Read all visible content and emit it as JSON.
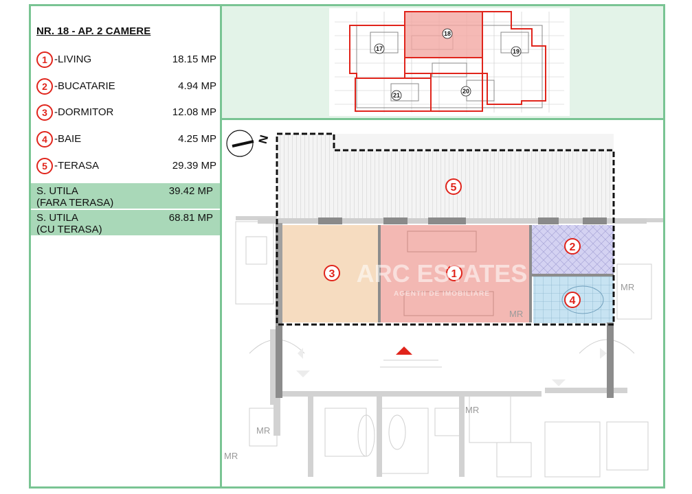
{
  "legend": {
    "title": "NR. 18 - AP. 2 CAMERE",
    "rooms": [
      {
        "num": "1",
        "name": "-LIVING",
        "area": "18.15 MP"
      },
      {
        "num": "2",
        "name": "-BUCATARIE",
        "area": "4.94 MP"
      },
      {
        "num": "3",
        "name": "-DORMITOR",
        "area": "12.08 MP"
      },
      {
        "num": "4",
        "name": "-BAIE",
        "area": "4.25 MP"
      },
      {
        "num": "5",
        "name": "-TERASA",
        "area": "29.39 MP"
      }
    ],
    "totals": [
      {
        "line1": "S. UTILA",
        "line2": "(FARA TERASA)",
        "value": "39.42 MP"
      },
      {
        "line1": "S. UTILA",
        "line2": "(CU TERASA)",
        "value": "68.81 MP"
      }
    ]
  },
  "key_plan": {
    "units": [
      "18",
      "17",
      "19",
      "21",
      "20"
    ],
    "highlight_color": "#e0241b"
  },
  "plan": {
    "room_labels": [
      "1",
      "2",
      "3",
      "4",
      "5"
    ],
    "mr_labels": [
      "MR",
      "MR",
      "MR",
      "MR",
      "MR"
    ],
    "north_label": "N",
    "watermark_main": "ARC ESTATES",
    "watermark_sub": "AGENTII DE IMOBILIARE"
  },
  "colors": {
    "frame": "#79c493",
    "accent": "#e0241b",
    "living": "#f3b8b3",
    "bedroom": "#f6dcc0",
    "kitchen": "#cfcdf0",
    "bath": "#c7e3f2",
    "terrace": "#d6d6d6"
  }
}
